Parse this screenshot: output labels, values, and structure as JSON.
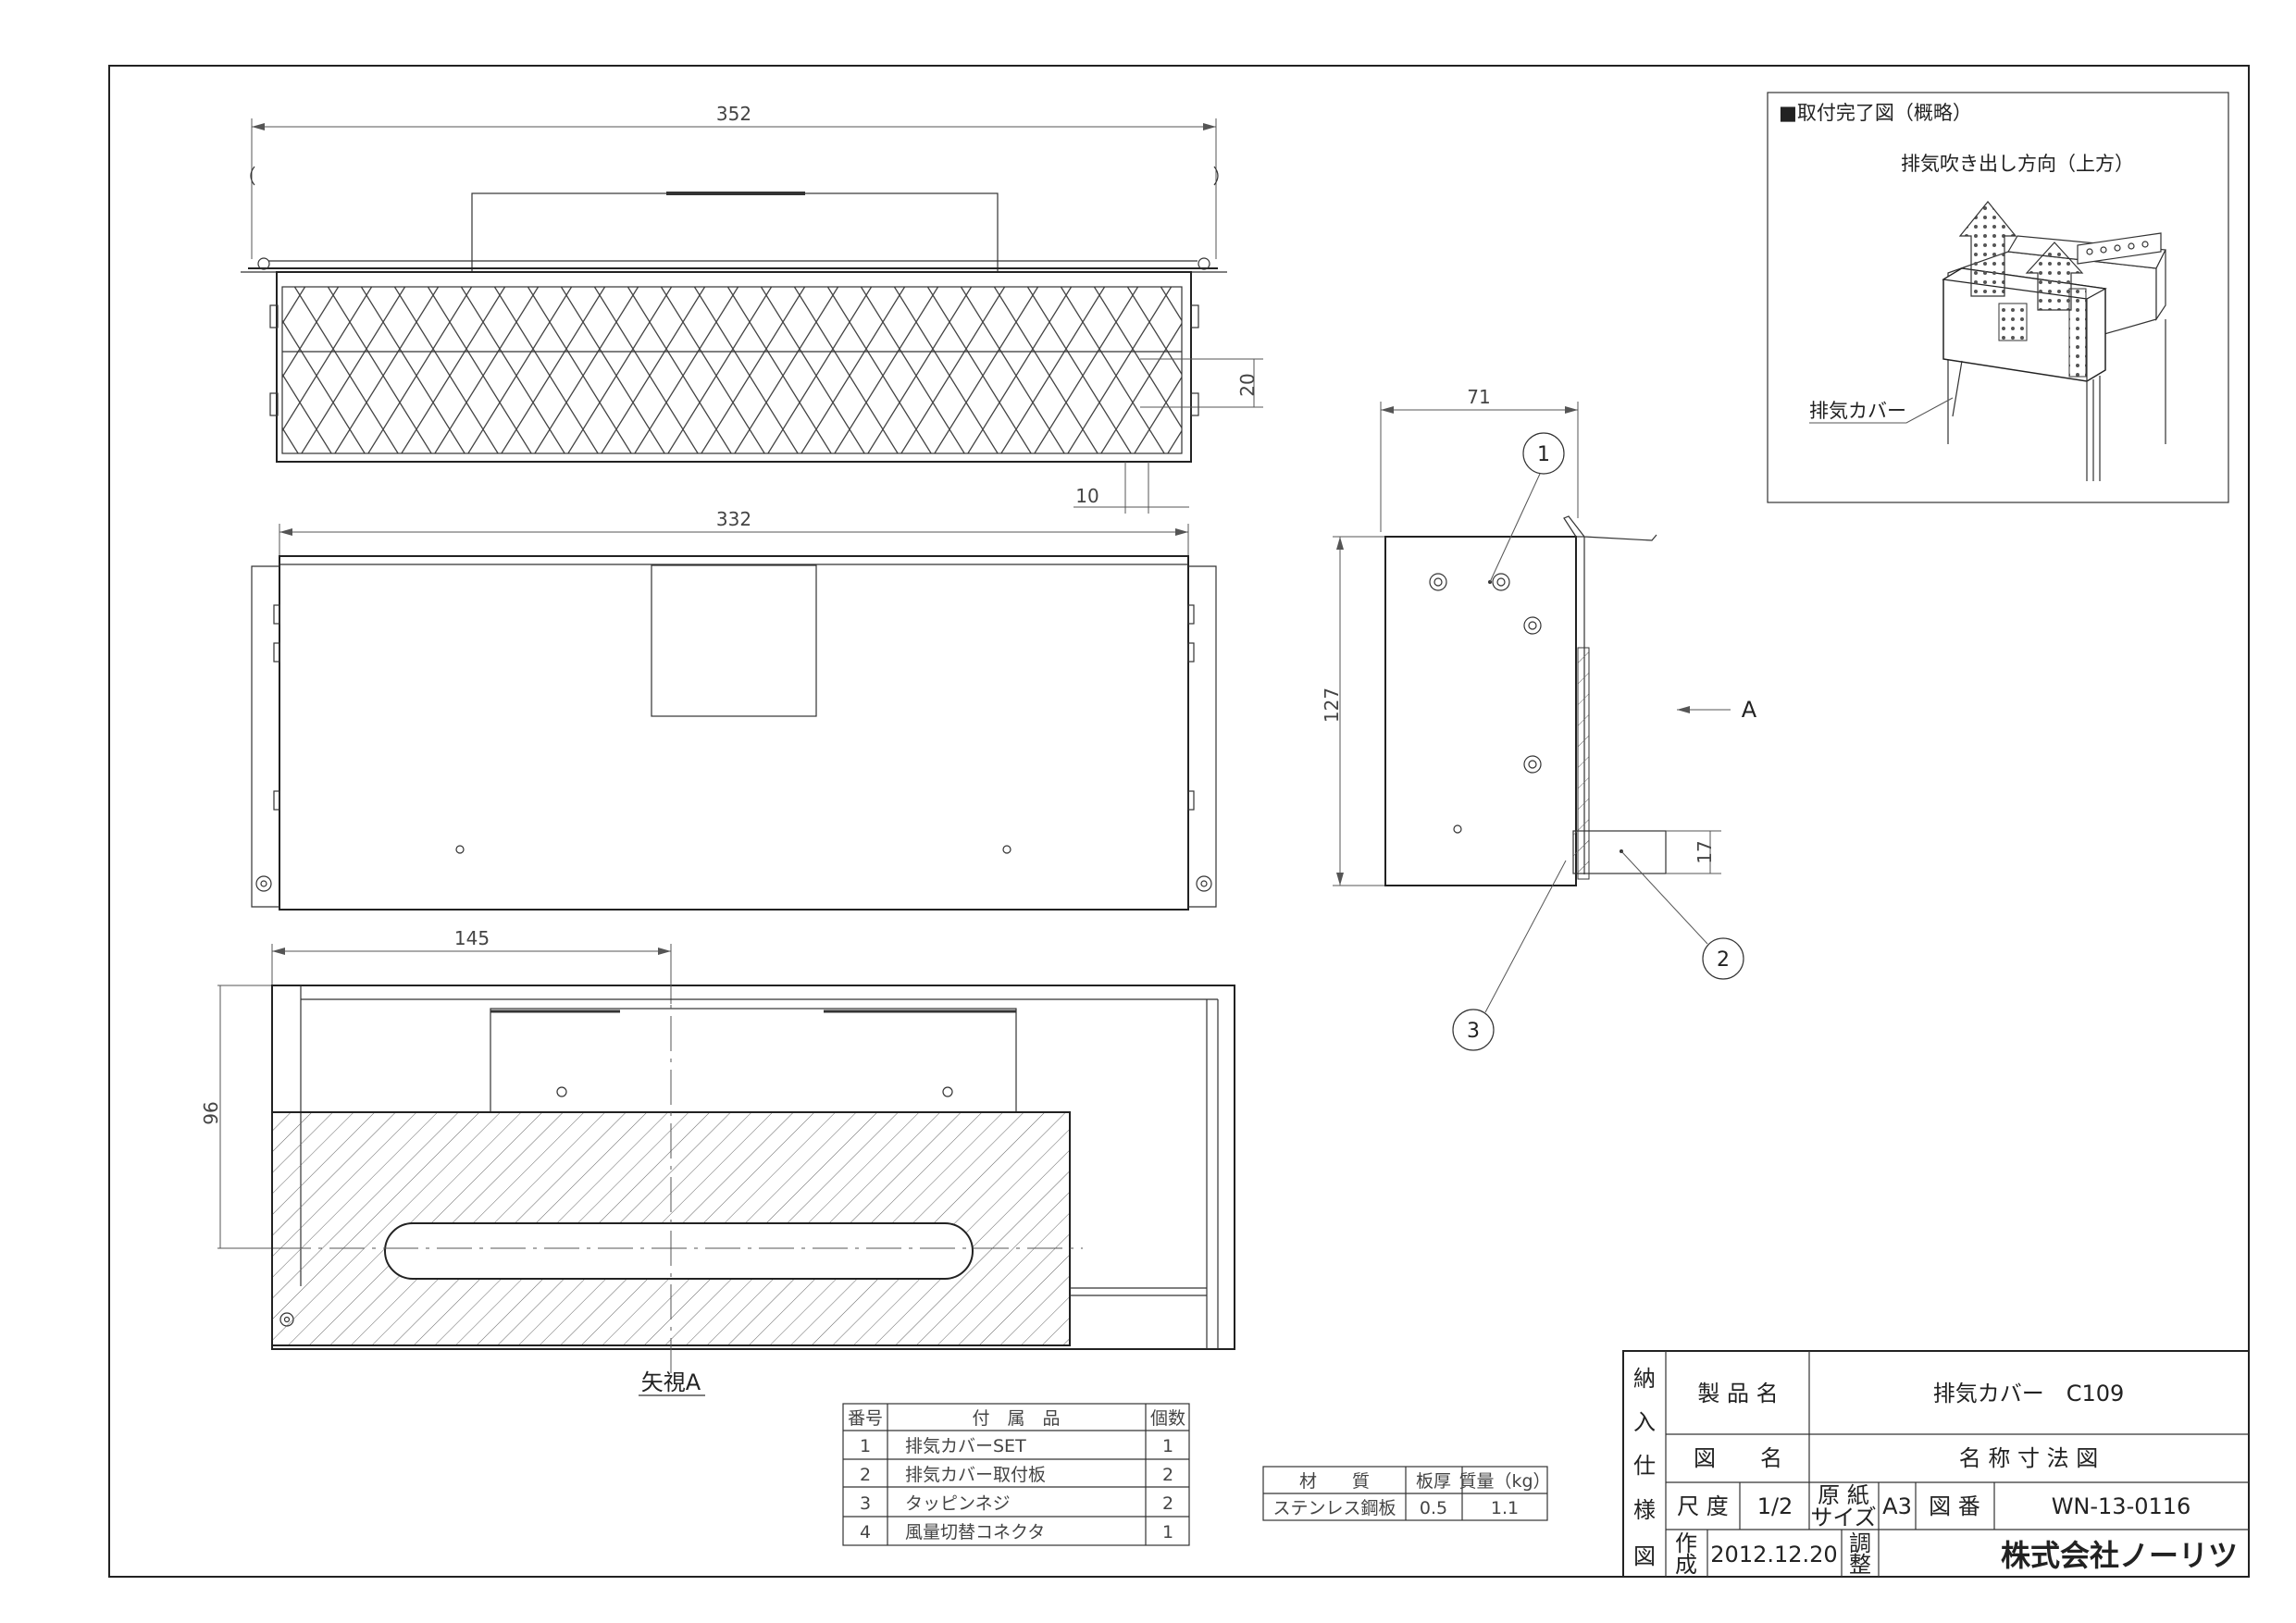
{
  "dimensions": {
    "top_width": "352",
    "mid_width": "332",
    "bottom_width": "145",
    "mesh_pitch": "20",
    "mesh_edge": "10",
    "side_width": "71",
    "side_height": "127",
    "bottom_height": "96",
    "bracket_height": "17"
  },
  "labels": {
    "arrow_a": "A",
    "view_a": "矢視A",
    "callout_1": "1",
    "callout_2": "2",
    "callout_3": "3"
  },
  "inset": {
    "title": "■取付完了図（概略）",
    "direction": "排気吹き出し方向（上方）",
    "cover_label": "排気カバー"
  },
  "parts_table": {
    "headers": [
      "番号",
      "付　属　品",
      "個数"
    ],
    "rows": [
      [
        "1",
        "排気カバーSET",
        "1"
      ],
      [
        "2",
        "排気カバー取付板",
        "2"
      ],
      [
        "3",
        "タッピンネジ",
        "2"
      ],
      [
        "4",
        "風量切替コネクタ",
        "1"
      ]
    ]
  },
  "material_table": {
    "headers": [
      "材　　質",
      "板厚",
      "質量（kg）"
    ],
    "row": [
      "ステンレス鋼板",
      "0.5",
      "1.1"
    ]
  },
  "title_block": {
    "side_label": [
      "納",
      "入",
      "仕",
      "様",
      "図"
    ],
    "product_name_label": "製 品 名",
    "product_name": "排気カバー　C109",
    "drawing_name_label": "図　　名",
    "drawing_name": "名 称 寸 法 図",
    "scale_label": "尺 度",
    "scale": "1/2",
    "paper_label_1": "原 紙",
    "paper_label_2": "サイズ",
    "paper": "A3",
    "drawing_no_label": "図 番",
    "drawing_no": "WN-13-0116",
    "made_label_1": "作",
    "made_label_2": "成",
    "date": "2012.12.20",
    "check_label_1": "調",
    "check_label_2": "整",
    "company": "株式会社ノーリツ"
  }
}
